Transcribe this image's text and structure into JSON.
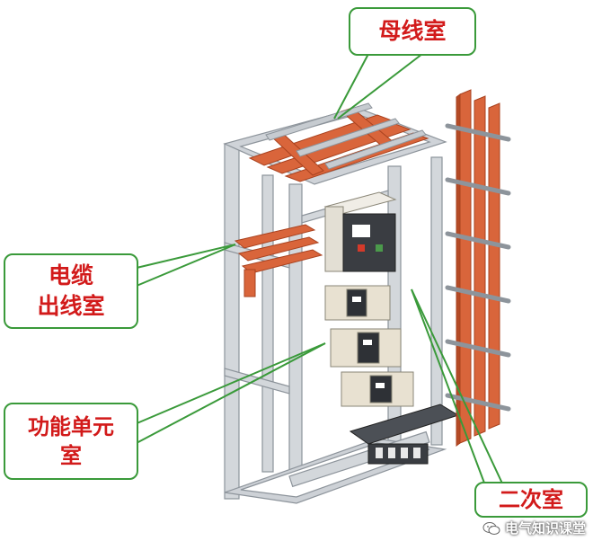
{
  "labels": {
    "busbar_room": "母线室",
    "cable_room_line1": "电缆",
    "cable_room_line2": "出线室",
    "functional_unit_line1": "功能单元",
    "functional_unit_line2": "室",
    "secondary_room": "二次室"
  },
  "watermark": {
    "text": "电气知识课堂",
    "icon": "wechat-icon"
  },
  "colors": {
    "label_text": "#d21a1a",
    "callout_border": "#3a9a3a",
    "leader_line": "#3a9a3a",
    "frame": "#c9cdd2",
    "copper": "#d9653b",
    "breaker_body": "#e6e0d4"
  }
}
